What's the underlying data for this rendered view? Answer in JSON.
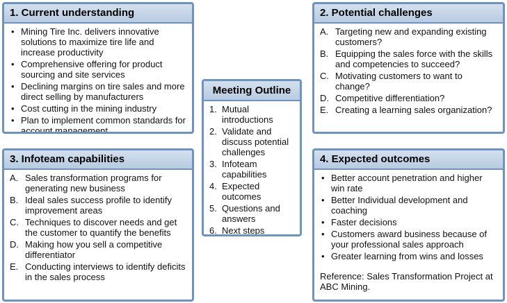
{
  "current_understanding": {
    "title": "1. Current understanding",
    "items": [
      "Mining Tire Inc. delivers innovative solutions to maximize tire life and increase productivity",
      "Comprehensive offering for product sourcing and site services",
      "Declining margins on tire sales and more direct selling by manufacturers",
      "Cost cutting in the mining industry",
      "Plan to implement common standards for account management"
    ]
  },
  "potential_challenges": {
    "title": "2. Potential challenges",
    "items": [
      {
        "marker": "A.",
        "text": "Targeting new and expanding existing customers?"
      },
      {
        "marker": "B.",
        "text": "Equipping the sales force with the skills and competencies to succeed?"
      },
      {
        "marker": "C.",
        "text": "Motivating customers to want to change?"
      },
      {
        "marker": "D.",
        "text": "Competitive differentiation?"
      },
      {
        "marker": "E.",
        "text": "Creating a learning sales organization?"
      }
    ]
  },
  "meeting_outline": {
    "title": "Meeting Outline",
    "items": [
      {
        "marker": "1.",
        "text": "Mutual introductions"
      },
      {
        "marker": "2.",
        "text": "Validate and discuss potential challenges"
      },
      {
        "marker": "3.",
        "text": "Infoteam capabilities"
      },
      {
        "marker": "4.",
        "text": "Expected outcomes"
      },
      {
        "marker": "5.",
        "text": "Questions and answers"
      },
      {
        "marker": "6.",
        "text": "Next steps"
      }
    ]
  },
  "infoteam_capabilities": {
    "title": "3. Infoteam capabilities",
    "items": [
      {
        "marker": "A.",
        "text": "Sales transformation programs for generating new business"
      },
      {
        "marker": "B.",
        "text": "Ideal sales success profile to identify improvement areas"
      },
      {
        "marker": "C.",
        "text": "Techniques to discover needs and get the customer to quantify the benefits"
      },
      {
        "marker": "D.",
        "text": "Making how you sell a competitive differentiator"
      },
      {
        "marker": "E.",
        "text": "Conducting interviews to identify deficits in the sales process"
      }
    ]
  },
  "expected_outcomes": {
    "title": "4. Expected outcomes",
    "items": [
      "Better account penetration and higher win rate",
      "Better Individual development and coaching",
      "Faster decisions",
      "Customers award business because of your professional sales approach",
      "Greater learning from wins and losses"
    ],
    "reference": "Reference: Sales Transformation Project at ABC Mining."
  },
  "bullet_symbol": "•",
  "colors": {
    "border": "#6f93bf",
    "header": "#c6d5e8"
  }
}
